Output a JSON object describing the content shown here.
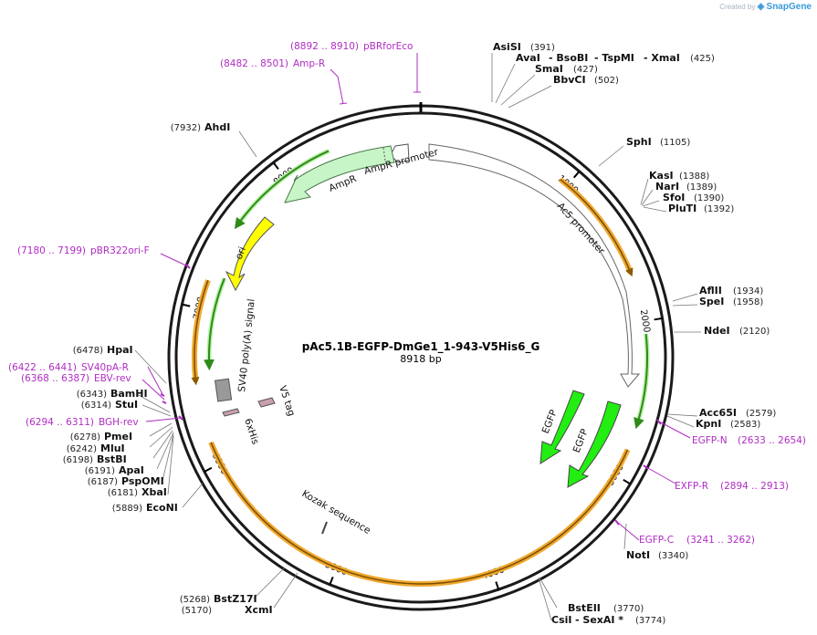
{
  "app": {
    "created_by": "Created by",
    "brand": "SnapGene"
  },
  "plasmid": {
    "name": "pAc5.1B-EGFP-DmGe1_1-943-V5His6_G",
    "size": "8918 bp",
    "length_bp": 8918
  },
  "ticks": [
    "1000",
    "2000",
    "3000",
    "4000",
    "5000",
    "6000",
    "7000",
    "8000"
  ],
  "sites": [
    {
      "name": "AsiSI",
      "pos": "(391)"
    },
    {
      "name": "AvaI",
      "pos": ""
    },
    {
      "name": "- BsoBI",
      "pos": ""
    },
    {
      "name": "- TspMI",
      "pos": ""
    },
    {
      "name": "- XmaI",
      "pos": "(425)"
    },
    {
      "name": "SmaI",
      "pos": "(427)"
    },
    {
      "name": "BbvCI",
      "pos": "(502)"
    },
    {
      "name": "SphI",
      "pos": "(1105)"
    },
    {
      "name": "KasI",
      "pos": "(1388)"
    },
    {
      "name": "NarI",
      "pos": "(1389)"
    },
    {
      "name": "SfoI",
      "pos": "(1390)"
    },
    {
      "name": "PluTI",
      "pos": "(1392)"
    },
    {
      "name": "AflII",
      "pos": "(1934)"
    },
    {
      "name": "SpeI",
      "pos": "(1958)"
    },
    {
      "name": "NdeI",
      "pos": "(2120)"
    },
    {
      "name": "Acc65I",
      "pos": "(2579)"
    },
    {
      "name": "KpnI",
      "pos": "(2583)"
    },
    {
      "name": "NotI",
      "pos": "(3340)"
    },
    {
      "name": "BstEII",
      "pos": "(3770)"
    },
    {
      "name": "CsiI",
      "pos": ""
    },
    {
      "name": "- SexAI *",
      "pos": "(3774)"
    },
    {
      "name": "XcmI",
      "pos": "(5170)"
    },
    {
      "name": "BstZ17I",
      "pos": "(5268)"
    },
    {
      "name": "EcoNI",
      "pos": "(5889)"
    },
    {
      "name": "XbaI",
      "pos": "(6181)"
    },
    {
      "name": "PspOMI",
      "pos": "(6187)"
    },
    {
      "name": "ApaI",
      "pos": "(6191)"
    },
    {
      "name": "BstBI",
      "pos": "(6198)"
    },
    {
      "name": "MluI",
      "pos": "(6242)"
    },
    {
      "name": "PmeI",
      "pos": "(6278)"
    },
    {
      "name": "StuI",
      "pos": "(6314)"
    },
    {
      "name": "BamHI",
      "pos": "(6343)"
    },
    {
      "name": "HpaI",
      "pos": "(6478)"
    },
    {
      "name": "AhdI",
      "pos": "(7932)"
    }
  ],
  "primers": [
    {
      "name": "pBRforEco",
      "range": "(8892 .. 8910)"
    },
    {
      "name": "Amp-R",
      "range": "(8482 .. 8501)"
    },
    {
      "name": "EGFP-N",
      "range": "(2633 .. 2654)"
    },
    {
      "name": "EXFP-R",
      "range": "(2894 .. 2913)"
    },
    {
      "name": "EGFP-C",
      "range": "(3241 .. 3262)"
    },
    {
      "name": "pBR322ori-F",
      "range": "(7180 .. 7199)"
    },
    {
      "name": "SV40pA-R",
      "range": "(6422 .. 6441)"
    },
    {
      "name": "EBV-rev",
      "range": "(6368 .. 6387)"
    },
    {
      "name": "BGH-rev",
      "range": "(6294 .. 6311)"
    }
  ],
  "features": {
    "ampr": "AmpR",
    "ampr_promoter": "AmpR promoter",
    "ac5_promoter": "Ac5 promoter",
    "ori": "ori",
    "sv40": "SV40 poly(A) signal",
    "egfp1": "EGFP",
    "egfp2": "EGFP",
    "v5": "V5 tag",
    "his": "6xHis",
    "kozak": "Kozak sequence"
  },
  "colors": {
    "backbone": "#1a1a1a",
    "orf_orange": "#f0a830",
    "orf_green": "#2e8b17",
    "ampr_fill": "#c8f5c8",
    "ori_fill": "#ffff00",
    "egfp_fill": "#22ee11",
    "primer": "#b02cc4"
  }
}
